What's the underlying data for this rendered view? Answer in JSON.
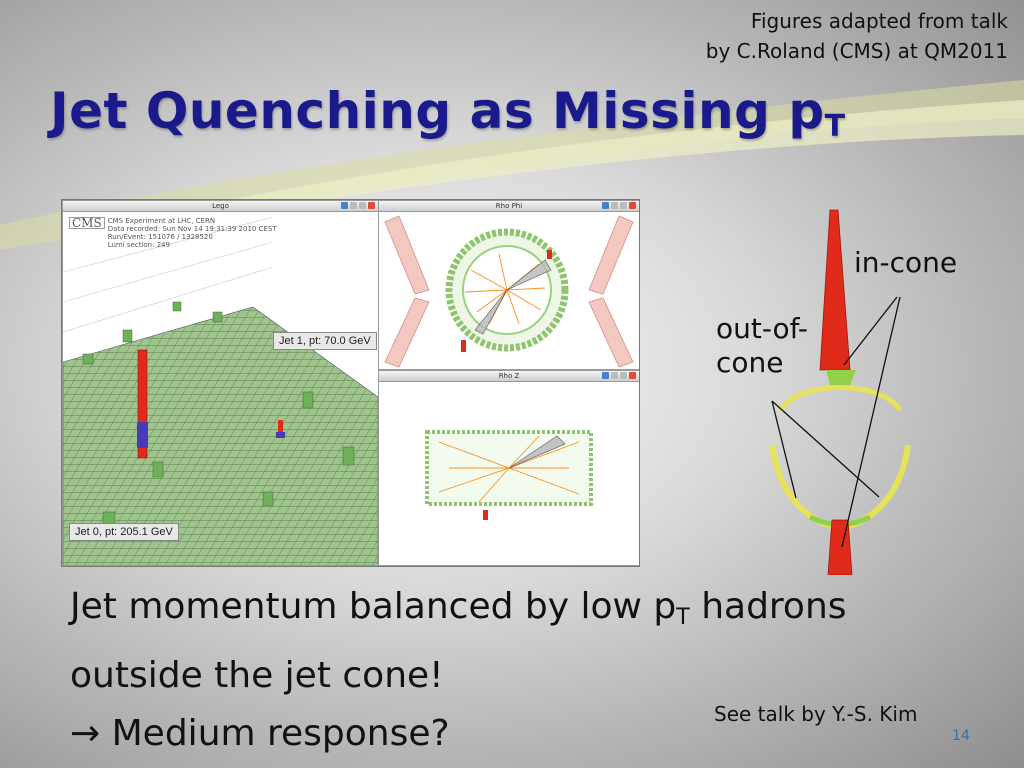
{
  "header": {
    "credit_line1": "Figures adapted from talk",
    "credit_line2": "by C.Roland (CMS)  at QM2011"
  },
  "title": {
    "main": "Jet Quenching as Missing p",
    "subscript": "T"
  },
  "figure": {
    "lego_pane_title": "Lego",
    "rhophi_pane_title": "Rho Phi",
    "rhoz_pane_title": "Rho Z",
    "cms_logo": "CMS",
    "cms_line1": "CMS Experiment at LHC, CERN",
    "cms_line2": "Data recorded: Sun Nov 14 19:31:39 2010 CEST",
    "cms_line3": "Run/Event: 151076 / 1328520",
    "cms_line4": "Lumi section: 249",
    "jet1_label": "Jet 1, pt: 70.0 GeV",
    "jet0_label": "Jet 0, pt: 205.1 GeV"
  },
  "diagram": {
    "in_cone": "in-cone",
    "out_of_cone_line1": "out-of-",
    "out_of_cone_line2": "cone"
  },
  "body": {
    "line1_part1": "Jet momentum balanced by low p",
    "line1_sub": "T",
    "line1_part2": " hadrons",
    "line2": "outside the jet cone!",
    "line3_arrow": "→",
    "line3": "Medium response?"
  },
  "see_talk": "See talk by Y.-S. Kim",
  "page_number": "14",
  "colors": {
    "title": "#1a1a8c",
    "page_number": "#3b6ea8",
    "jet_red": "#e02a1a",
    "track_orange": "#ff8c1a",
    "calo_green": "#7fb56a",
    "halo_yellow": "#e4e35a"
  }
}
